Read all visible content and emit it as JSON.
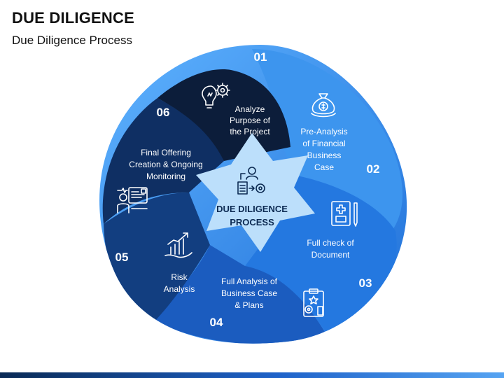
{
  "header": {
    "title": "DUE DILIGENCE",
    "subtitle": "Due Diligence Process"
  },
  "center": {
    "line1": "DUE DILIGENCE",
    "line2": "PROCESS",
    "icon": "person-gear-document-icon"
  },
  "steps": [
    {
      "number": "01",
      "lines": [
        "Analyze",
        "Purpose of",
        "the Project"
      ],
      "icon": "lightbulb-gear-icon",
      "color": "#0d1f3c"
    },
    {
      "number": "02",
      "lines": [
        "Pre-Analysis",
        "of Financial",
        "Business",
        "Case"
      ],
      "icon": "money-bag-icon",
      "color": "#2b7fe0"
    },
    {
      "number": "03",
      "lines": [
        "Full check of",
        "Document"
      ],
      "icon": "medical-document-icon",
      "color": "#1c6fd6"
    },
    {
      "number": "04",
      "lines": [
        "Full Analysis of",
        "Business Case",
        "& Plans"
      ],
      "icon": "clipboard-gear-icon",
      "color": "#1f5ab8"
    },
    {
      "number": "05",
      "lines": [
        "Risk",
        "Analysis"
      ],
      "icon": "chart-hand-icon",
      "color": "#163f80"
    },
    {
      "number": "06",
      "lines": [
        "Final Offering",
        "Creation & Ongoing",
        "Monitoring"
      ],
      "icon": "presenter-screen-icon",
      "color": "#0f2d5e"
    }
  ],
  "colors": {
    "outer_light": "#4aa3f5",
    "outer_mid": "#2f86e6",
    "outer_dark": "#0a2a57",
    "star": "#bcdffb"
  }
}
